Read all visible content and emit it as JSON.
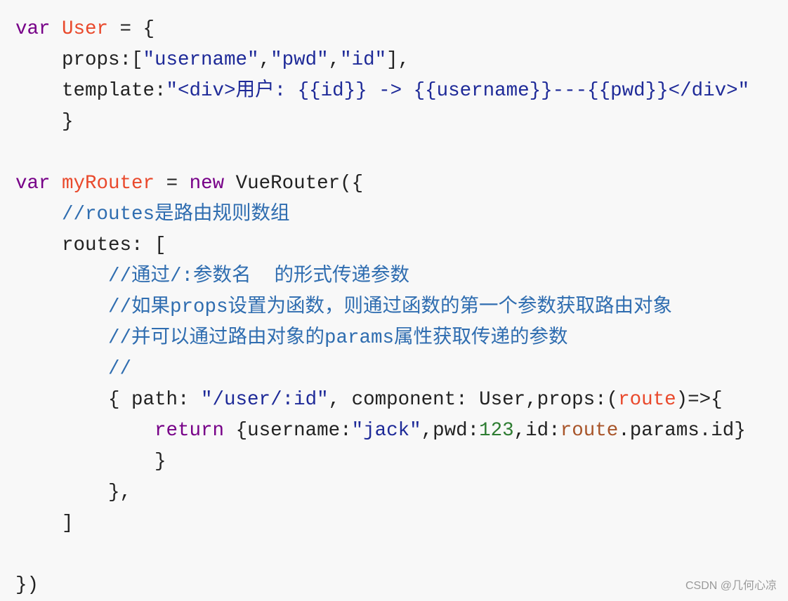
{
  "code_lines": [
    [
      [
        "kw",
        "var"
      ],
      [
        "pl",
        " "
      ],
      [
        "def",
        "User"
      ],
      [
        "pl",
        " = {"
      ]
    ],
    [
      [
        "pl",
        "    props:["
      ],
      [
        "str",
        "\"username\""
      ],
      [
        "pl",
        ","
      ],
      [
        "str",
        "\"pwd\""
      ],
      [
        "pl",
        ","
      ],
      [
        "str",
        "\"id\""
      ],
      [
        "pl",
        "],"
      ]
    ],
    [
      [
        "pl",
        "    template:"
      ],
      [
        "str",
        "\"<div>用户: {{id}} -> {{username}}---{{pwd}}</div>\""
      ]
    ],
    [
      [
        "pl",
        "    }"
      ]
    ],
    [],
    [
      [
        "kw",
        "var"
      ],
      [
        "pl",
        " "
      ],
      [
        "def",
        "myRouter"
      ],
      [
        "pl",
        " = "
      ],
      [
        "kw",
        "new"
      ],
      [
        "pl",
        " VueRouter({"
      ]
    ],
    [
      [
        "pl",
        "    "
      ],
      [
        "com",
        "//routes是路由规则数组"
      ]
    ],
    [
      [
        "pl",
        "    routes: ["
      ]
    ],
    [
      [
        "pl",
        "        "
      ],
      [
        "com",
        "//通过/:参数名  的形式传递参数"
      ]
    ],
    [
      [
        "pl",
        "        "
      ],
      [
        "com",
        "//如果props设置为函数，则通过函数的第一个参数获取路由对象"
      ]
    ],
    [
      [
        "pl",
        "        "
      ],
      [
        "com",
        "//并可以通过路由对象的params属性获取传递的参数"
      ]
    ],
    [
      [
        "pl",
        "        "
      ],
      [
        "com",
        "//"
      ]
    ],
    [
      [
        "pl",
        "        { path: "
      ],
      [
        "str",
        "\"/user/:id\""
      ],
      [
        "pl",
        ", component: User,props:("
      ],
      [
        "def",
        "route"
      ],
      [
        "pl",
        ")=>{"
      ]
    ],
    [
      [
        "pl",
        "            "
      ],
      [
        "kw",
        "return"
      ],
      [
        "pl",
        " {username:"
      ],
      [
        "str",
        "\"jack\""
      ],
      [
        "pl",
        ",pwd:"
      ],
      [
        "num",
        "123"
      ],
      [
        "pl",
        ",id:"
      ],
      [
        "var2",
        "route"
      ],
      [
        "pl",
        ".params.id}"
      ]
    ],
    [
      [
        "pl",
        "            }"
      ]
    ],
    [
      [
        "pl",
        "        },"
      ]
    ],
    [
      [
        "pl",
        "    ]"
      ]
    ],
    [],
    [
      [
        "pl",
        "})"
      ]
    ]
  ],
  "watermark": "CSDN @几何心凉"
}
